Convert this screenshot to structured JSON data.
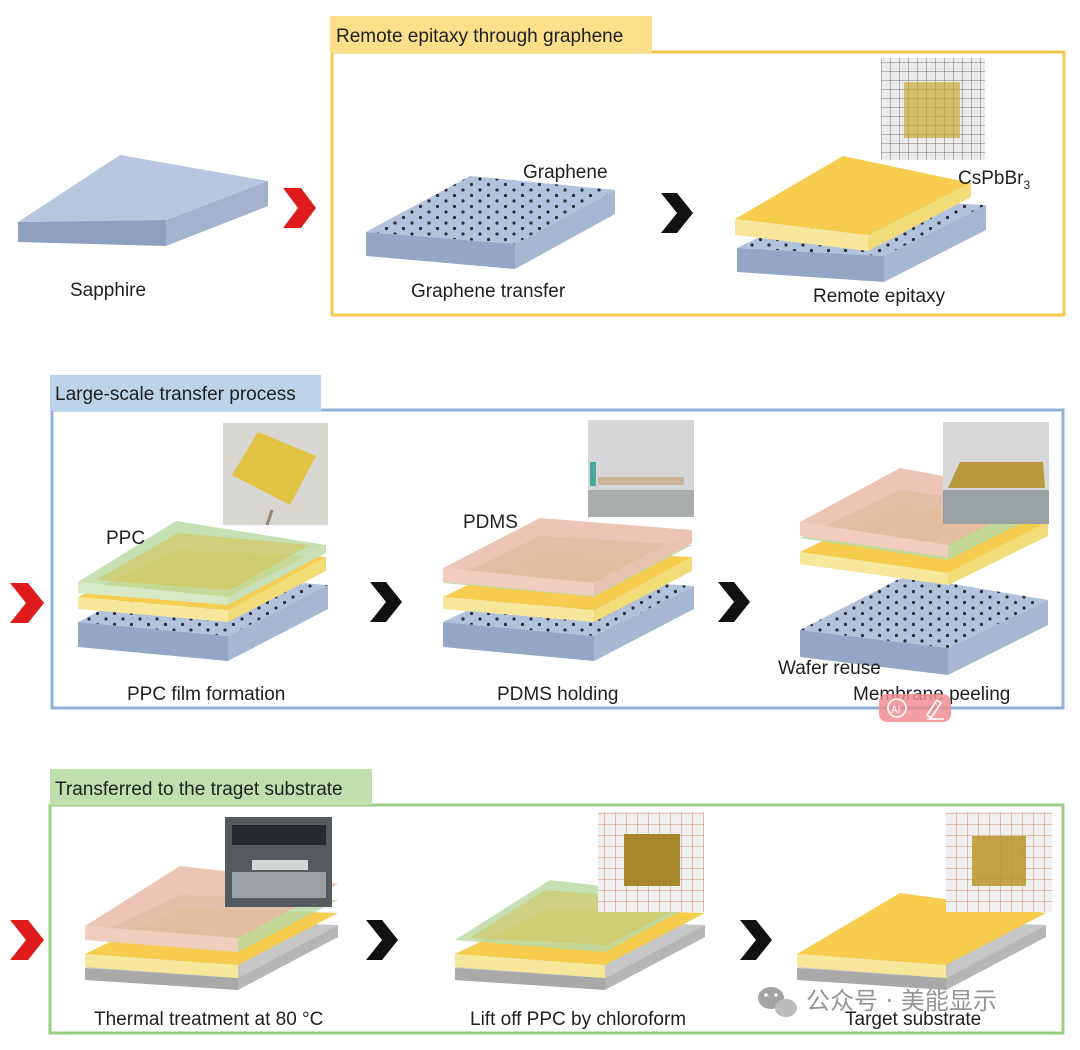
{
  "colors": {
    "section1": "#f3c94f",
    "section2": "#8fb2d6",
    "section3": "#9ccc86",
    "arrow_red": "#e01b1b",
    "arrow_black": "#111111",
    "substrate": "#b3c2dc",
    "perovskite": "#f6cd4e",
    "ppc": "#bcd9a6",
    "pdms": "#e8b7a2"
  },
  "start": {
    "label": "Sapphire"
  },
  "sections": [
    {
      "title": "Remote epitaxy through graphene",
      "steps": [
        {
          "label": "Graphene transfer",
          "annotation": "Graphene"
        },
        {
          "label": "Remote epitaxy",
          "annotation": "CsPbBr",
          "annotation_sub": "3"
        }
      ]
    },
    {
      "title": "Large-scale transfer process",
      "steps": [
        {
          "label": "PPC film formation",
          "annotation": "PPC"
        },
        {
          "label": "PDMS holding",
          "annotation": "PDMS"
        },
        {
          "label": "Membrane peeling",
          "annotation": "Wafer reuse"
        }
      ]
    },
    {
      "title": "Transferred to the traget substrate",
      "steps": [
        {
          "label": "Thermal treatment at 80 °C"
        },
        {
          "label": "Lift off PPC by chloroform"
        },
        {
          "label": "Target substrate"
        }
      ]
    }
  ],
  "watermark": {
    "text": "公众号 · 美能显示",
    "icon": "wechat-icon"
  },
  "overlay": {
    "icons": [
      "ai-icon",
      "pen-icon"
    ]
  }
}
